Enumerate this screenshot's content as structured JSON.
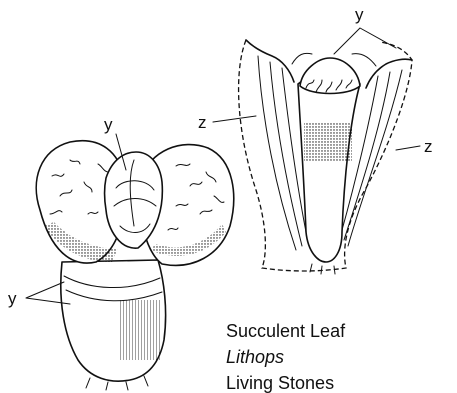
{
  "labels": {
    "y_top": "y",
    "z_left": "z",
    "z_right": "z",
    "y_middle": "y",
    "y_bottom": "y"
  },
  "caption": {
    "line1": "Succulent Leaf",
    "line2": "Lithops",
    "line3": "Living Stones"
  }
}
